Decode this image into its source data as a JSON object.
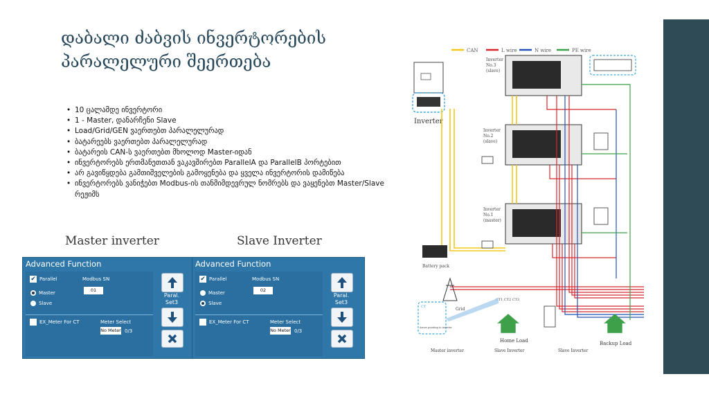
{
  "slide": {
    "title_lines": [
      "დაბალი ძაბვის ინვერტორების",
      "პარალელური შეერთება"
    ],
    "bullets": [
      "10 ცალამდე ინვერტორი",
      "1 - Master, დანარჩენი Slave",
      "Load/Grid/GEN ვაერთებთ პარალელურად",
      "ბატარეებს ვაერთებთ პარალელურად",
      "ბატარეის CAN-ს ვაერთებთ მხოლოდ Master-იდან",
      "ინვერტორებს ერთმანეთთან ვაკავშირებთ ParallelA და ParallelB პორტებით",
      "არ გავიწყდება გამთიშველების გამოყენება და ყველა ინვერტორის დამიწება",
      "ინვერტორებს ვანიჭებთ Modbus-ის თანმიმდევრულ ნომრებს და ვაყენებთ Master/Slave რეჟიმს"
    ],
    "colors": {
      "title": "#27475a",
      "band": "#2f4c56",
      "panel": "#2f77a8"
    }
  },
  "master_panel": {
    "caption": "Master inverter",
    "header": "Advanced Function",
    "parallel_label": "Parallel",
    "modbus_label": "Modbus SN",
    "modbus_value": "01",
    "master_label": "Master",
    "slave_label": "Slave",
    "selected": "Master",
    "ex_meter_label": "EX_Meter For CT",
    "meter_select_label": "Meter Select",
    "meter_value": "No Meter",
    "meter_page": "0/3",
    "side_label_1": "Paral.",
    "side_label_2": "Set3"
  },
  "slave_panel": {
    "caption": "Slave Inverter",
    "header": "Advanced Function",
    "parallel_label": "Parallel",
    "modbus_label": "Modbus SN",
    "modbus_value": "02",
    "master_label": "Master",
    "slave_label": "Slave",
    "selected": "Slave",
    "ex_meter_label": "EX_Meter For CT",
    "meter_select_label": "Meter Select",
    "meter_value": "No Meter",
    "meter_page": "0/3",
    "side_label_1": "Paral.",
    "side_label_2": "Set3"
  },
  "diagram": {
    "legend": [
      "CAN",
      "L wire",
      "N wire",
      "PE wire"
    ],
    "legend_colors": [
      "#f2c81e",
      "#d9262c",
      "#2450b8",
      "#3fa04a"
    ],
    "inverter_label": "Inverter",
    "inverters": [
      {
        "line1": "Inverter",
        "line2": "No.3",
        "line3": "(slave)"
      },
      {
        "line1": "Inverter",
        "line2": "No.2",
        "line3": "(slave)"
      },
      {
        "line1": "Inverter",
        "line2": "No.1",
        "line3": "(master)"
      }
    ],
    "battery_label": "Battery pack",
    "grid_label": "Grid",
    "ct_labels": "CT1  CT2  CT3",
    "ct_box_label": "CT",
    "ct_note": "Arrow pointing to inverter",
    "home_load_label": "Home Load",
    "backup_load_label": "Backup Load",
    "bottom_labels": [
      "Master inverter",
      "Slave Inverter",
      "Slave Inverter"
    ]
  }
}
